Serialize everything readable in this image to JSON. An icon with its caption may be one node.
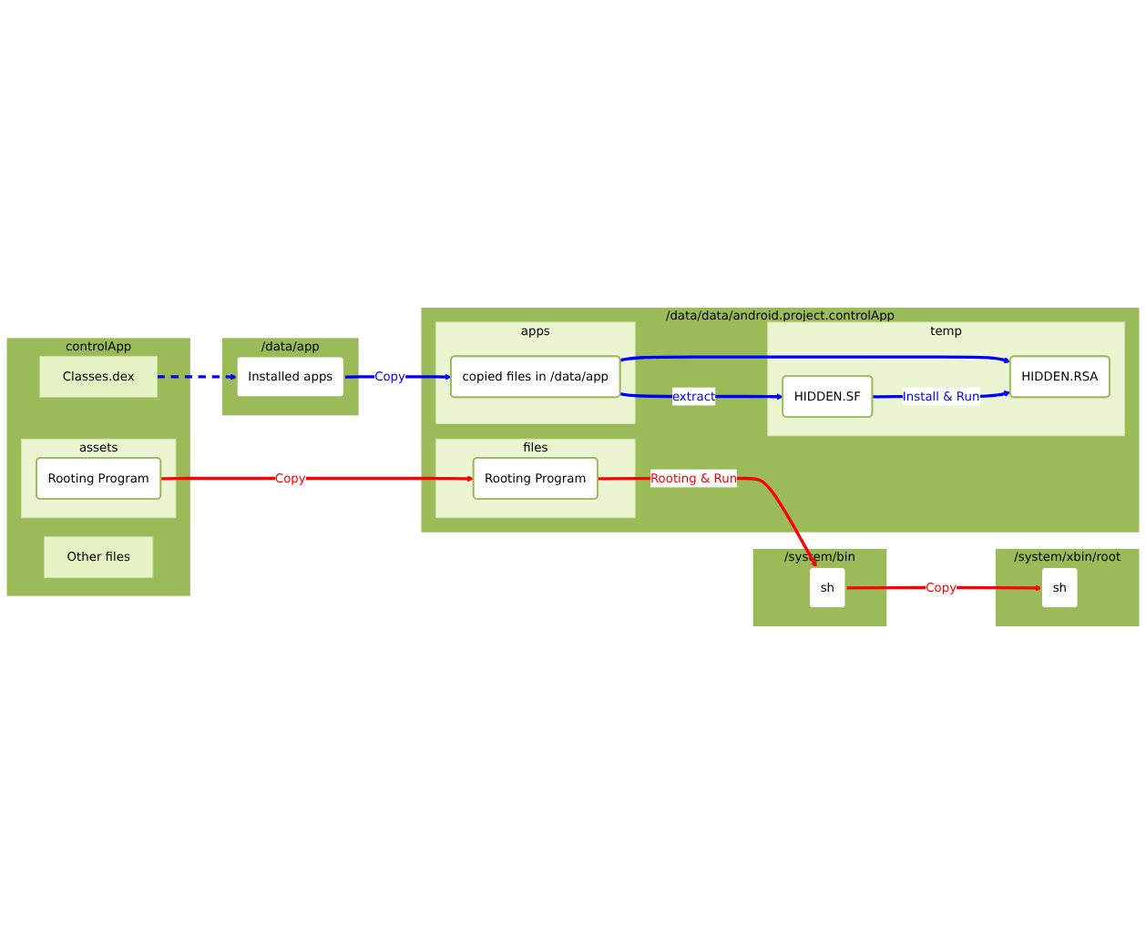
{
  "diagram": {
    "nodes": [
      {
        "text": [
          "controlApp"
        ]
      },
      {
        "text": [
          "assets"
        ],
        "in": 0
      },
      {
        "text": [
          "Rooting Program"
        ],
        "in": 1
      },
      {
        "text": [
          "Classes.dex"
        ],
        "in": 0
      },
      {
        "text": [
          "Other files"
        ],
        "in": 0
      },
      {
        "text": [
          "/system/bin"
        ]
      },
      {
        "text": [
          "sh"
        ],
        "in": 5
      },
      {
        "text": [
          "/system/xbin/root"
        ]
      },
      {
        "text": [
          "sh"
        ],
        "in": 7
      },
      {
        "text": [
          "/data/data/android.project.controlApp"
        ]
      },
      {
        "text": [
          "files"
        ],
        "in": 9
      },
      {
        "text": [
          "Rooting Program"
        ],
        "in": 10
      },
      {
        "text": [
          "apps"
        ],
        "in": 9
      },
      {
        "text": [
          "copied files in /data/app"
        ],
        "in": 12
      },
      {
        "text": [
          "temp"
        ],
        "in": 9
      },
      {
        "text": [
          "HIDDEN.SF"
        ],
        "in": 14
      },
      {
        "text": [
          "HIDDEN.RSA"
        ],
        "in": 14
      },
      {
        "text": [
          "/data/app"
        ]
      },
      {
        "text": [
          "Installed apps"
        ],
        "in": 17
      }
    ],
    "edges": [
      {
        "from": 2,
        "to": 11,
        "arrow": "to",
        "label": "Copy",
        "color": "#ff0000"
      },
      {
        "from": 11,
        "to": 6,
        "arrow": "to",
        "label": "Rooting & Run",
        "color": "#ff0000"
      },
      {
        "from": 6,
        "to": 8,
        "arrow": "to",
        "label": "Copy",
        "color": "#ff0000"
      },
      {
        "from": 3,
        "to": 18,
        "arrow": "to",
        "style": "dashed"
      },
      {
        "from": 18,
        "to": 13,
        "arrow": "to",
        "label": "Copy"
      },
      {
        "from": 13,
        "to": 15,
        "arrow": "to",
        "label": "extract"
      },
      {
        "from": 13,
        "to": 16,
        "arrow": "to"
      },
      {
        "from": 15,
        "to": 16,
        "arrow": "to",
        "label": "Install & Run"
      }
    ]
  }
}
